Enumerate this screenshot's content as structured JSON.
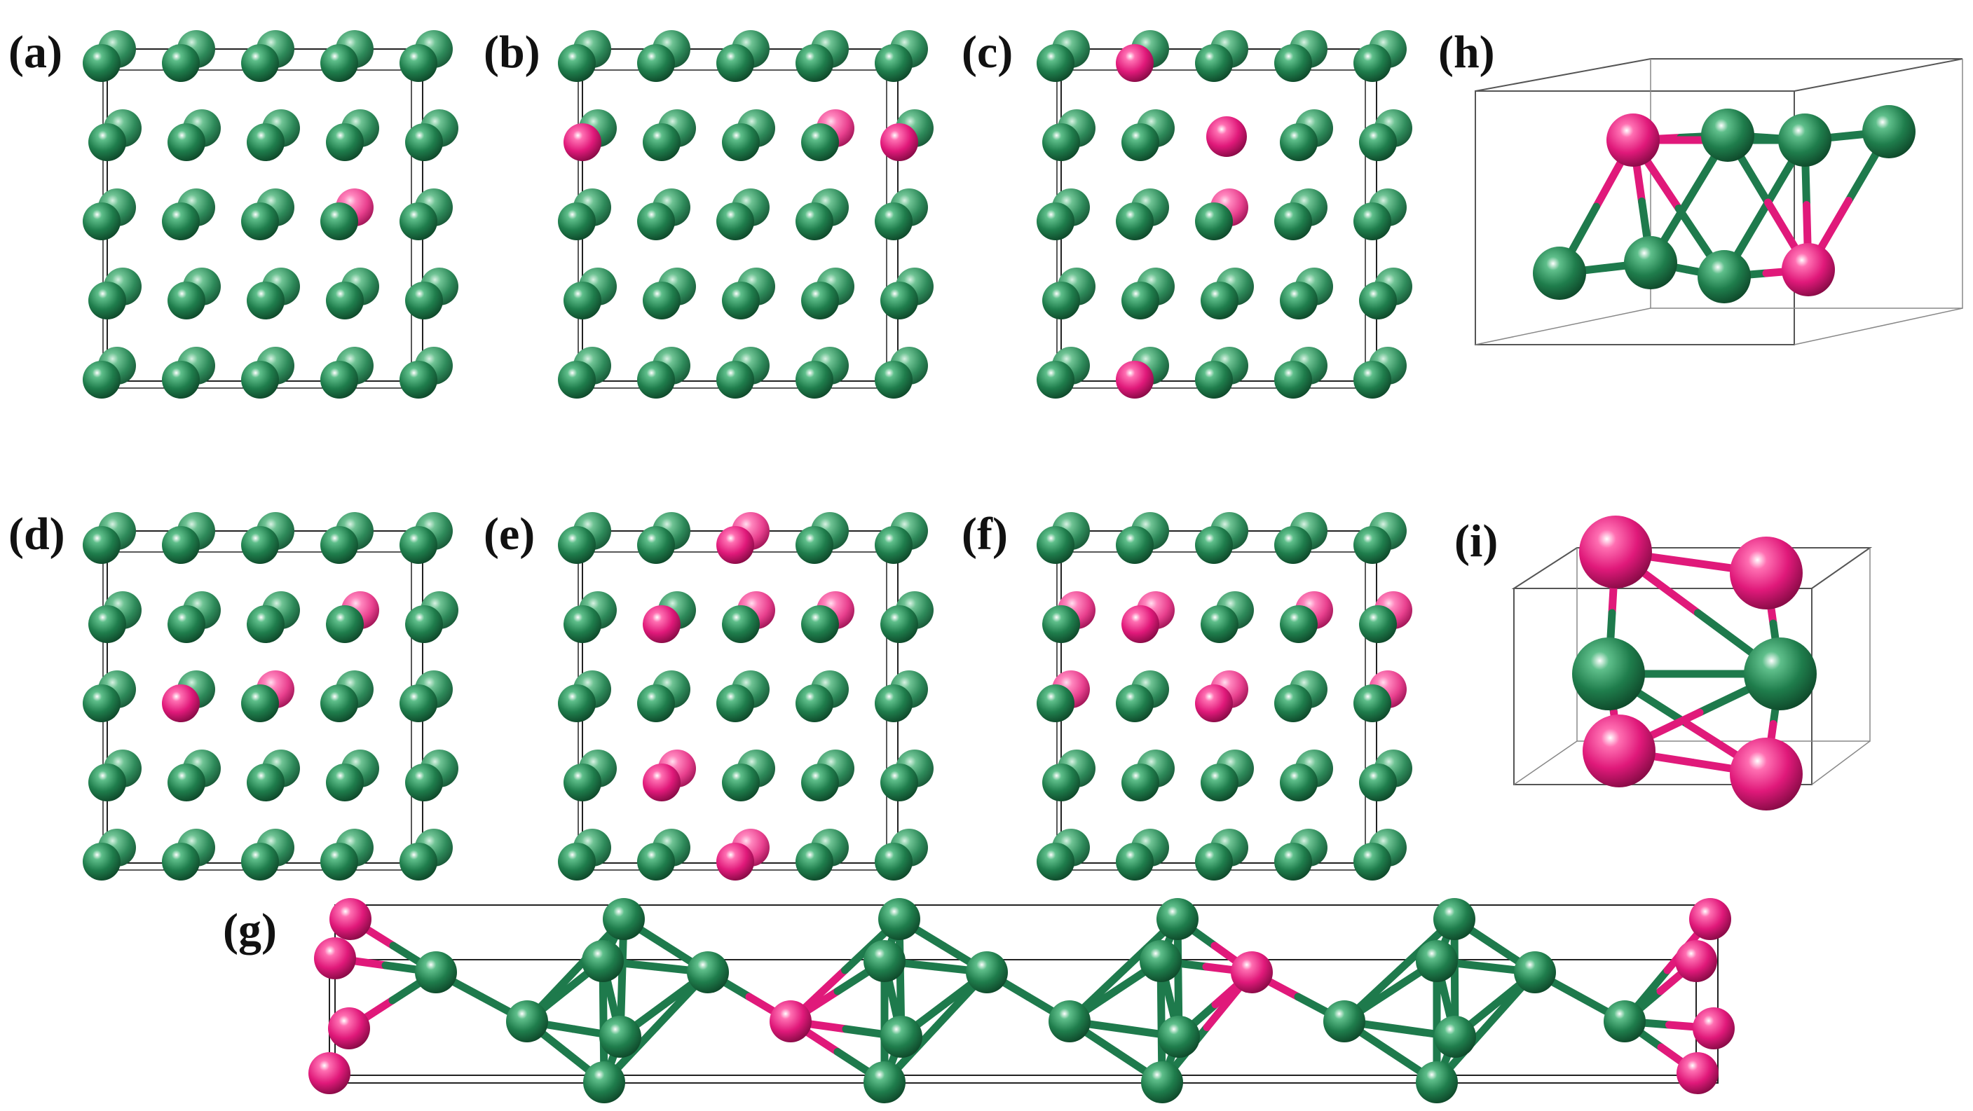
{
  "figure": {
    "colors": {
      "green": "#1e7a4c",
      "magenta": "#e0197a",
      "cell_line": "#222222"
    },
    "panels": [
      {
        "id": "a",
        "label": "(a)",
        "type": "lattice-projection",
        "grid": [
          5,
          5
        ],
        "magenta_front": [],
        "magenta_back": [
          [
            2,
            3
          ]
        ],
        "magenta_between": []
      },
      {
        "id": "b",
        "label": "(b)",
        "type": "lattice-projection",
        "grid": [
          5,
          5
        ],
        "magenta_front": [
          [
            1,
            0
          ],
          [
            1,
            4
          ]
        ],
        "magenta_back": [
          [
            1,
            3
          ]
        ],
        "magenta_between": []
      },
      {
        "id": "c",
        "label": "(c)",
        "type": "lattice-projection",
        "grid": [
          5,
          5
        ],
        "magenta_front": [
          [
            0,
            1
          ],
          [
            4,
            1
          ]
        ],
        "magenta_back": [
          [
            2,
            2
          ]
        ],
        "magenta_between": [
          [
            1,
            2
          ]
        ]
      },
      {
        "id": "d",
        "label": "(d)",
        "type": "lattice-projection",
        "grid": [
          5,
          5
        ],
        "magenta_front": [
          [
            2,
            1
          ]
        ],
        "magenta_back": [
          [
            1,
            3
          ],
          [
            2,
            2
          ]
        ],
        "magenta_between": []
      },
      {
        "id": "e",
        "label": "(e)",
        "type": "lattice-projection",
        "grid": [
          5,
          5
        ],
        "magenta_front": [
          [
            0,
            2
          ],
          [
            1,
            1
          ],
          [
            3,
            1
          ],
          [
            4,
            2
          ]
        ],
        "magenta_back": [
          [
            1,
            2
          ],
          [
            1,
            3
          ],
          [
            0,
            2
          ],
          [
            3,
            1
          ],
          [
            4,
            2
          ]
        ],
        "magenta_between": []
      },
      {
        "id": "f",
        "label": "(f)",
        "type": "lattice-projection",
        "grid": [
          5,
          5
        ],
        "magenta_front": [
          [
            1,
            1
          ],
          [
            2,
            2
          ]
        ],
        "magenta_back": [
          [
            1,
            0
          ],
          [
            1,
            3
          ],
          [
            1,
            4
          ],
          [
            2,
            0
          ],
          [
            2,
            4
          ],
          [
            1,
            1
          ],
          [
            2,
            2
          ]
        ],
        "magenta_between": []
      },
      {
        "id": "g",
        "label": "(g)",
        "type": "supercell-chain"
      },
      {
        "id": "h",
        "label": "(h)",
        "type": "unit-cell"
      },
      {
        "id": "i",
        "label": "(i)",
        "type": "unit-cell"
      }
    ]
  }
}
